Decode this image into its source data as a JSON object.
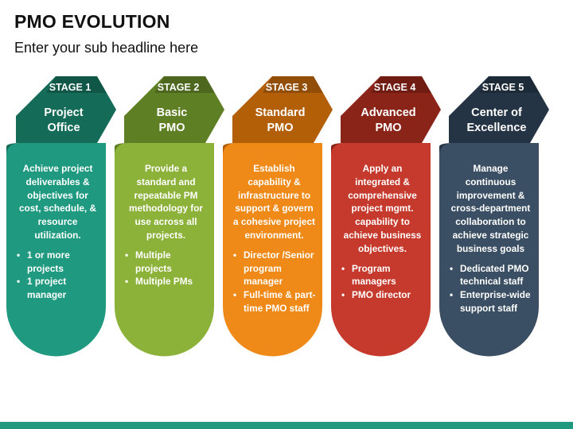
{
  "title": "PMO EVOLUTION",
  "subtitle": "Enter your sub headline here",
  "stages": [
    {
      "label": "STAGE 1",
      "name": [
        "Project",
        "Office"
      ],
      "description": "Achieve project deliverables & objectives for cost, schedule, & resource utilization.",
      "bullets": [
        "1 or more projects",
        "1 project manager"
      ],
      "color": "#1f9a80",
      "dark": "#146b58"
    },
    {
      "label": "STAGE 2",
      "name": [
        "Basic",
        "PMO"
      ],
      "description": "Provide a standard and repeatable PM methodology for use across all projects.",
      "bullets": [
        "Multiple projects",
        "Multiple PMs"
      ],
      "color": "#8db23a",
      "dark": "#5f7f25"
    },
    {
      "label": "STAGE 3",
      "name": [
        "Standard",
        "PMO"
      ],
      "description": "Establish capability & infrastructure to support & govern a cohesive project environment.",
      "bullets": [
        "Director /Senior program manager",
        "Full-time & part-time PMO staff"
      ],
      "color": "#ef8a18",
      "dark": "#b35f08"
    },
    {
      "label": "STAGE 4",
      "name": [
        "Advanced",
        "PMO"
      ],
      "description": "Apply an integrated & comprehensive project mgmt. capability to achieve business objectives.",
      "bullets": [
        "Program managers",
        "PMO director"
      ],
      "color": "#c53a2c",
      "dark": "#8a2318"
    },
    {
      "label": "STAGE 5",
      "name": [
        "Center of",
        "Excellence"
      ],
      "description": "Manage continuous improvement & cross-department collaboration to achieve strategic business goals",
      "bullets": [
        "Dedicated PMO technical staff",
        "Enterprise-wide support staff"
      ],
      "color": "#3a4f63",
      "dark": "#243444"
    }
  ],
  "footer_color": "#1f9a80"
}
